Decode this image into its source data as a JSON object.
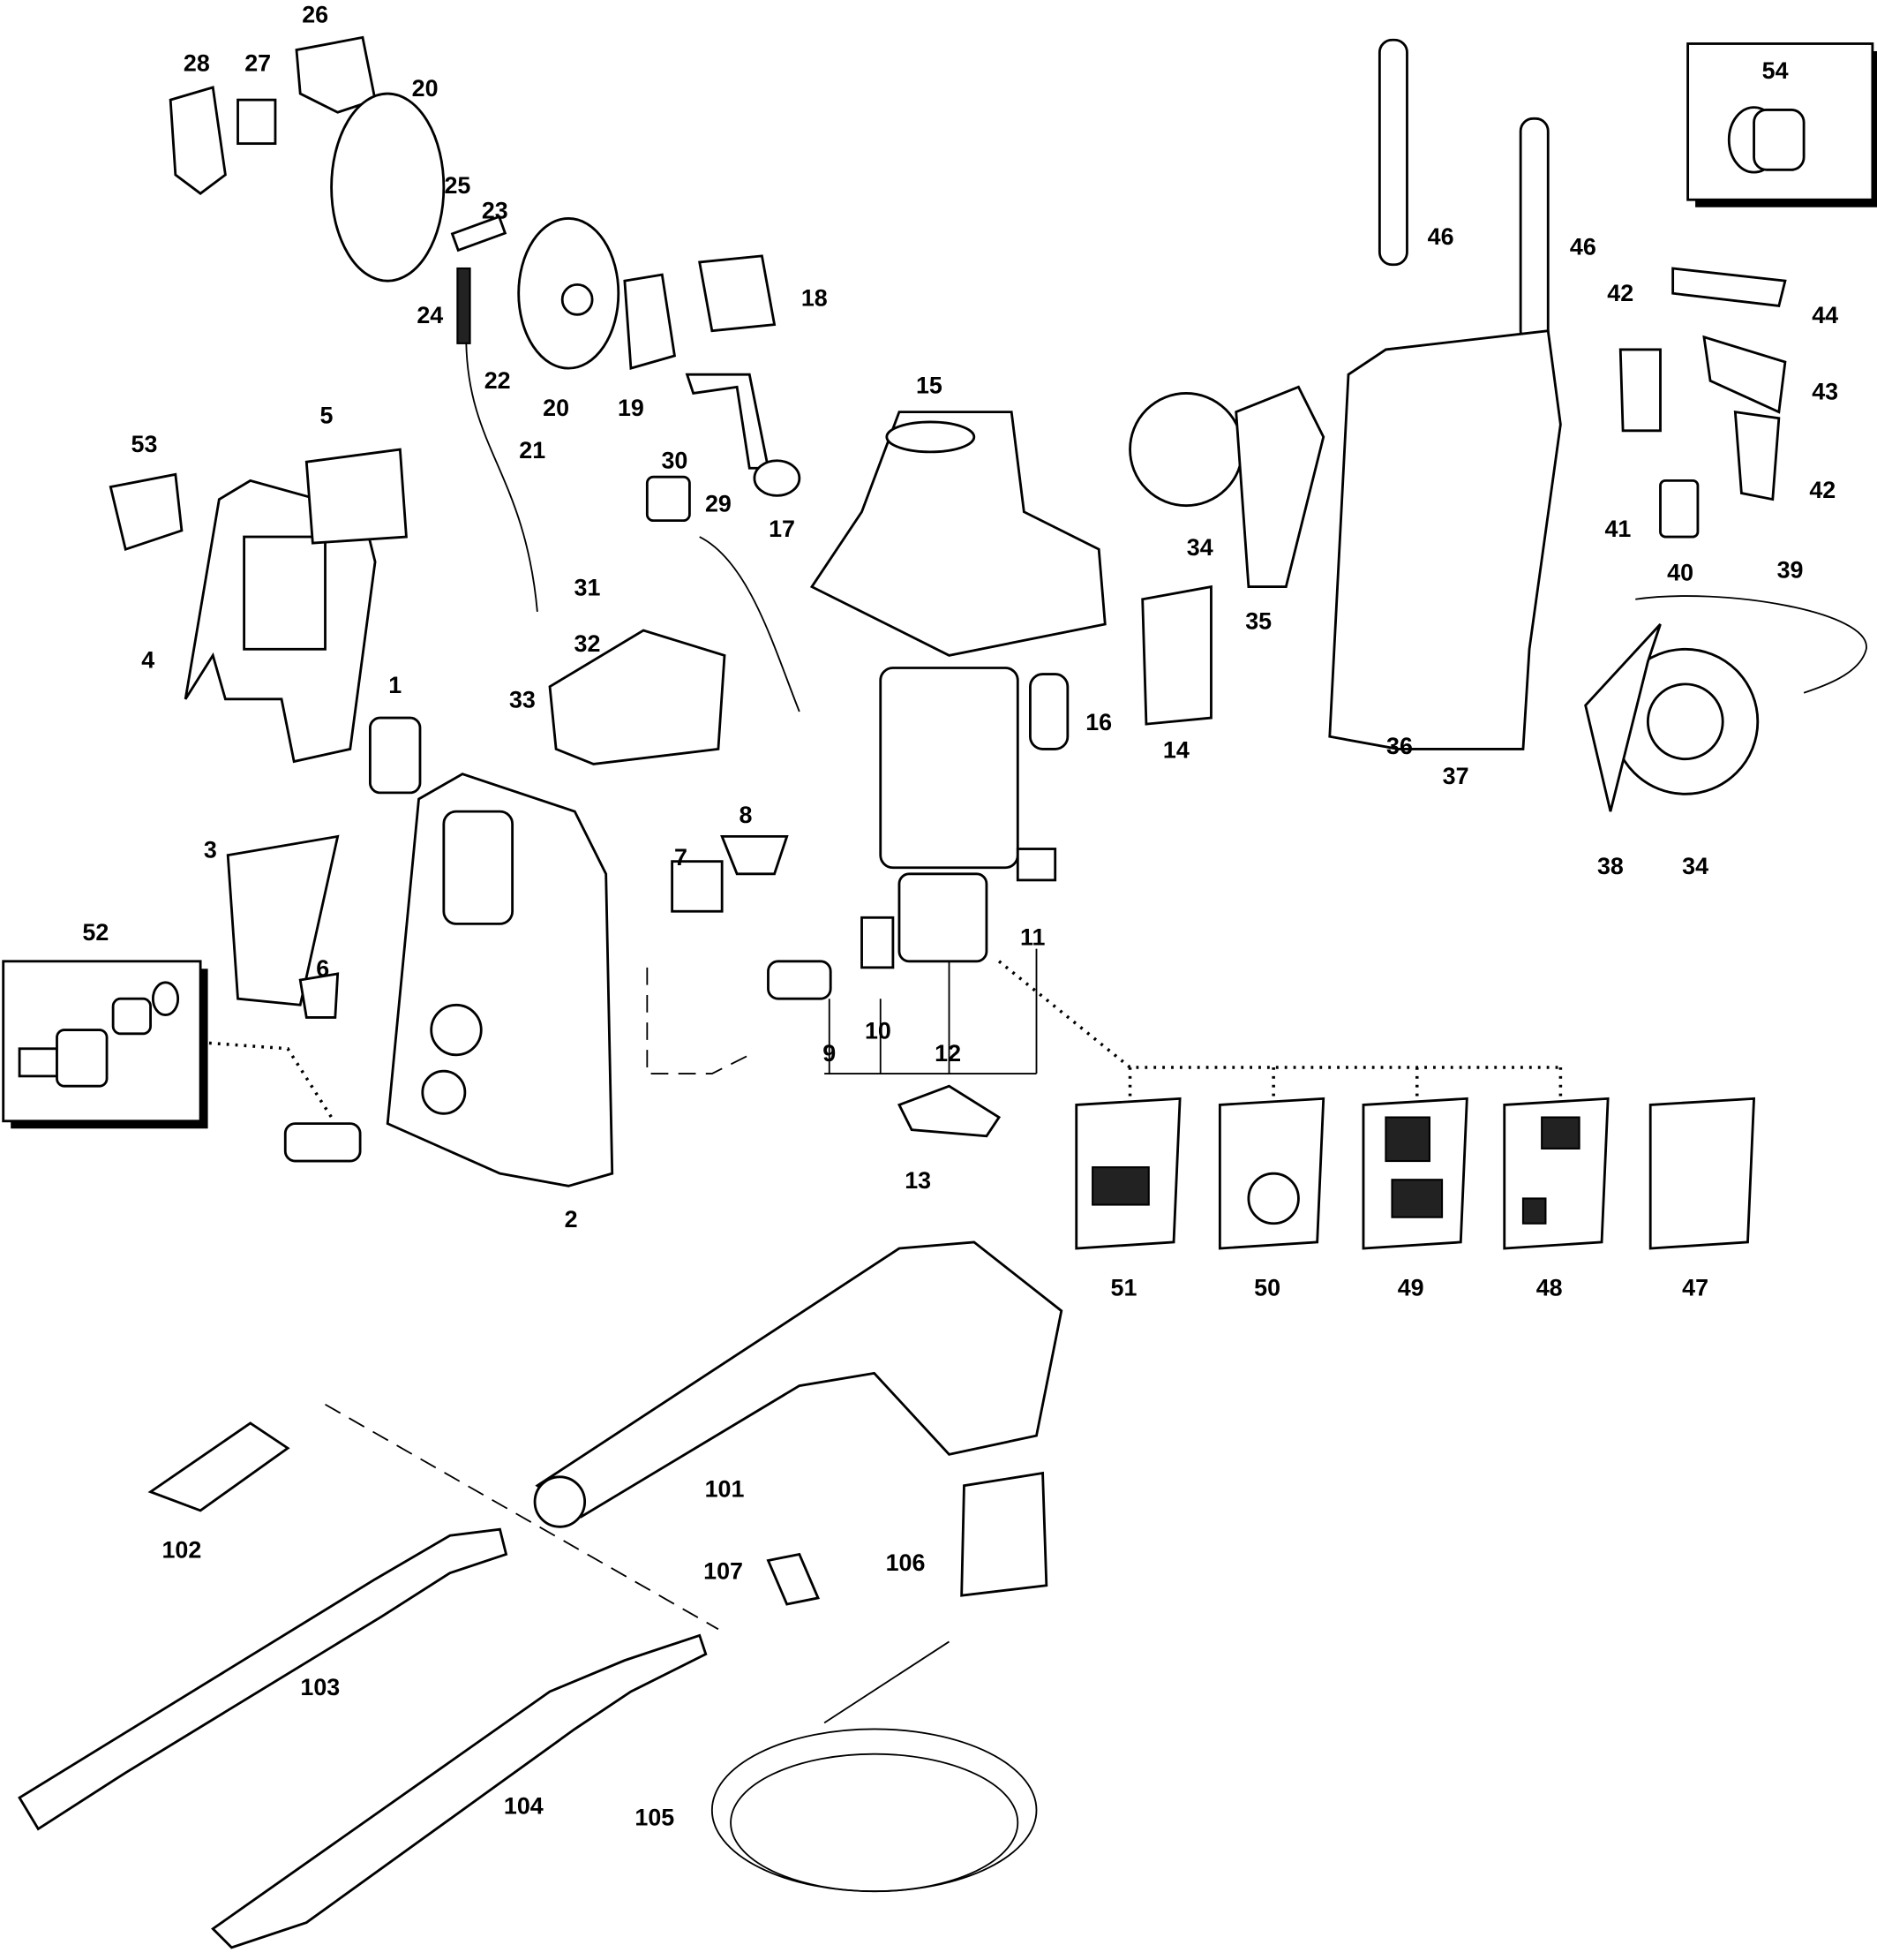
{
  "diagram": {
    "type": "exploded parts diagram",
    "callouts": [
      "26",
      "28",
      "27",
      "20",
      "25",
      "23",
      "24",
      "22",
      "20",
      "19",
      "18",
      "15",
      "21",
      "53",
      "5",
      "30",
      "29",
      "17",
      "31",
      "32",
      "33",
      "4",
      "1",
      "16",
      "14",
      "34",
      "35",
      "46",
      "46",
      "54",
      "42",
      "44",
      "43",
      "42",
      "41",
      "40",
      "39",
      "36",
      "37",
      "38",
      "34",
      "3",
      "52",
      "8",
      "7",
      "11",
      "6",
      "12",
      "10",
      "9",
      "2",
      "13",
      "51",
      "50",
      "49",
      "48",
      "47",
      "101",
      "102",
      "106",
      "107",
      "103",
      "104",
      "105"
    ]
  }
}
